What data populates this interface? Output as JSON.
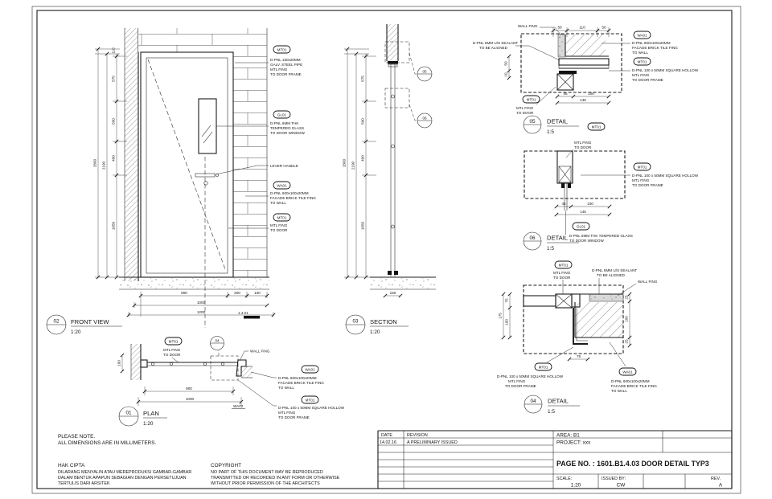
{
  "front": {
    "num": "02",
    "title": "FRONT VIEW",
    "scale": "1:20",
    "dim_overall": "2800",
    "dim_inner": "2190",
    "dim_top": "110",
    "seg1": "575",
    "seg2": "500",
    "seg3": "400",
    "seg4": "1050",
    "b1a": "900",
    "b1b": "200",
    "b1c": "100",
    "b2": "1000",
    "b3": "1200",
    "cut": "1.4.01",
    "pipe_tag": "MT01",
    "pipe1": "D-PNL 150x20MM",
    "pipe2": "GALV. STEEL PIPE",
    "pipe3": "MTL FING",
    "pipe4": "TO DOOR FRAME",
    "glass_tag": "GL01",
    "glass1": "D-PNL 6MM THK",
    "glass2": "TEMPERED GLASS",
    "glass3": "TO DOOR WINDOW",
    "handle": "LEVER HANDLE",
    "wall_tag": "WA01",
    "wall1": "D-PNL 600x100x20MM",
    "wall2": "FACADE BRICK TILE FING",
    "wall3": "TO WALL",
    "door_tag": "MT01",
    "door1": "MTL FING",
    "door2": "TO DOOR"
  },
  "section": {
    "num": "03",
    "title": "SECTION",
    "scale": "1:20",
    "c1": "05",
    "c2": "06",
    "dimb": "150",
    "dim_overall": "2800",
    "dim_inner": "2190",
    "seg1": "575",
    "seg2": "500",
    "seg3": "400",
    "seg4": "1050"
  },
  "plan": {
    "num": "01",
    "title": "PLAN",
    "scale": "1:20",
    "callout": "04",
    "door_tag": "MT01",
    "door1": "MTL FING",
    "door2": "TO DOOR",
    "wallfing": "WALL FING",
    "wall_tag": "WA01",
    "wall1": "D-PNL 600x100x20MM",
    "wall2": "FACADE BRICK TILE FING",
    "wall3": "TO WALL",
    "frame_tag": "MT01",
    "frame1": "D-PNL 100 x 50MM SQUARE HOLLOW",
    "frame2": "MTL FING",
    "frame3": "TO DOOR FRAME",
    "d1": "900",
    "d2": "1000",
    "wa02": "WA02",
    "dwall": "100"
  },
  "d05": {
    "num": "05",
    "title": "DETAIL",
    "scale": "1:5",
    "wallfing": "WALL FING",
    "seal1": "D-PNL 5MM U/S SEALANT",
    "seal2": "TO BE ALIGNED",
    "wall_tag": "WA01",
    "wall1": "D-PNL 600x100x20MM",
    "wall2": "FACADE BRICK TILE FING",
    "wall3": "TO WALL",
    "frame_tag": "MT01",
    "frame1": "D-PNL 100 x 50MM SQUARE HOLLOW",
    "frame2": "MTL FING",
    "frame3": "TO DOOR FRAME",
    "door_tag": "MT01",
    "door1": "MTL FING",
    "door2": "TO DOOR",
    "t1": "50",
    "t2": "110",
    "t3": "50",
    "l1": "50",
    "l2": "10",
    "b1": "45",
    "b2": "100",
    "bt": "145",
    "link_tag": "MT01",
    "link1": "MTL FING",
    "link2": "TO DOOR"
  },
  "d06": {
    "num": "06",
    "title": "DETAIL",
    "scale": "1:5",
    "frame_tag": "MT01",
    "frame1": "D-PNL 100 x 50MM SQUARE HOLLOW",
    "frame2": "MTL FING",
    "frame3": "TO DOOR FRAME",
    "glass_tag": "GL01",
    "glass1": "D-PNL 6MM THK TEMPERED GLASS",
    "glass2": "TO DOOR WINDOW",
    "b1": "45",
    "b2": "100",
    "bt": "145"
  },
  "d04": {
    "num": "04",
    "title": "DETAIL",
    "scale": "1:5",
    "door_tag": "MT01",
    "door1": "MTL FING",
    "door2": "TO DOOR",
    "seal1": "D-PNL 5MM U/S SEALANT",
    "seal2": "TO BE ALIGNED",
    "wallfing": "WALL FING",
    "frame_tag": "MT01",
    "frame1": "D-PNL 100 x 50MM SQUARE HOLLOW",
    "frame2": "MTL FING",
    "frame3": "TO DOOR FRAME",
    "wall_tag": "WA01",
    "wall1": "D-PNL 600x100x20MM",
    "wall2": "FACADE BRICK TILE FING",
    "wall3": "TO WALL",
    "l1": "75",
    "l2": "100",
    "lt": "175",
    "r1": "25",
    "r2": "100",
    "r3": "25",
    "b1": "75"
  },
  "notes": {
    "l1": "PLEASE NOTE.",
    "l2": "ALL DIMENSIONS ARE IN MILLIMETERS."
  },
  "hak": {
    "t": "HAK CIPTA",
    "l1": "DILARANG MENYALIN ATAU MEREPRODUKSI GAMBAR-GAMBAR",
    "l2": "DALAM BENTUK APAPUN SEBAGIAN DENGAN PERSETUJUAN",
    "l3": "TERTULIS DARI ARSITEK"
  },
  "cp": {
    "t": "COPYRIGHT",
    "l1": "NO PART OF THIS DOCUMENT MAY BE REPRODUCED",
    "l2": "TRANSMITTED OR RECORDED IN ANY FORM OR OTHERWISE",
    "l3": "WITHOUT PRIOR PERMISSION OF THE ARCHITECTS"
  },
  "tb": {
    "date_h": "DATE",
    "rev_h": "REVISION",
    "date": "14.02.16",
    "rev_entry": "A   PRELIMINARY ISSUED",
    "area": "AREA: B1",
    "project": "PROJECT: xxx",
    "page": "PAGE NO. : 1601.B1.4.03 DOOR DETAIL TYP3",
    "scale_h": "SCALE:",
    "scale": "1:20",
    "issued_h": "ISSUED BY:",
    "issued": "CW",
    "rev_col_h": "REV.",
    "rev": "A"
  }
}
